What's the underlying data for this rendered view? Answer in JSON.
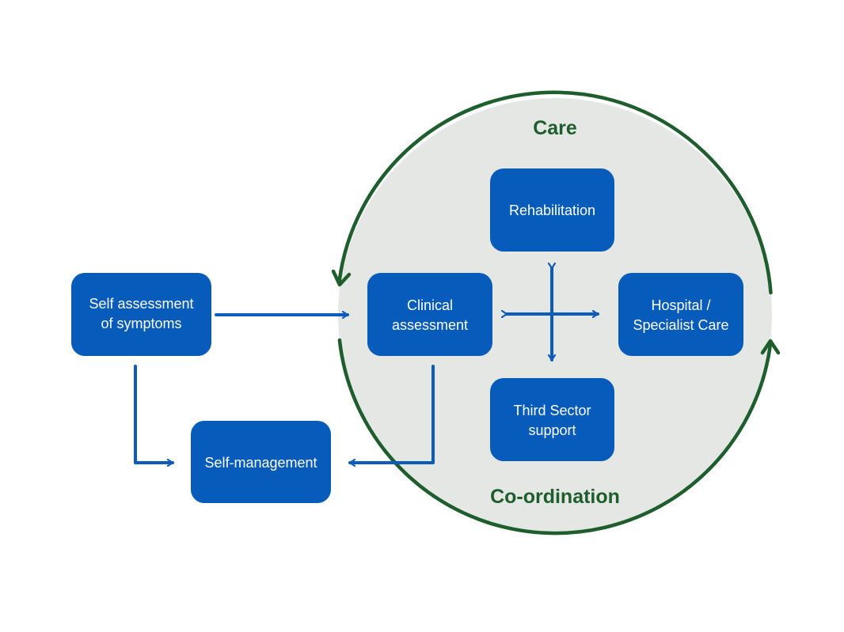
{
  "colors": {
    "box_fill": "#065bbb",
    "box_text": "#ffffff",
    "arrow": "#0c5cbd",
    "circle_fill": "#e4e7e4",
    "circle_stroke": "#1e5e2c",
    "circle_label": "#1e5e2c",
    "background": "#ffffff"
  },
  "circle": {
    "top_label": "Care",
    "bottom_label": "Co-ordination",
    "flow_direction": "anticlockwise"
  },
  "nodes": {
    "self_assessment": {
      "lines": [
        "Self assessment",
        "of symptoms"
      ]
    },
    "clinical_assessment": {
      "lines": [
        "Clinical",
        "assessment"
      ]
    },
    "rehabilitation": {
      "lines": [
        "Rehabilitation"
      ]
    },
    "hospital": {
      "lines": [
        "Hospital /",
        "Specialist Care"
      ]
    },
    "third_sector": {
      "lines": [
        "Third Sector",
        "support"
      ]
    },
    "self_management": {
      "lines": [
        "Self-management"
      ]
    }
  },
  "edges": [
    {
      "from": "Self assessment of symptoms",
      "to": "Clinical assessment",
      "type": "directed"
    },
    {
      "from": "Self assessment of symptoms",
      "to": "Self-management",
      "type": "directed"
    },
    {
      "from": "Clinical assessment",
      "to": "Self-management",
      "type": "directed"
    },
    {
      "from": "Clinical assessment",
      "to": "Hospital / Specialist Care",
      "type": "bidirectional"
    },
    {
      "from": "Rehabilitation",
      "to": "Third Sector support",
      "type": "bidirectional"
    }
  ]
}
